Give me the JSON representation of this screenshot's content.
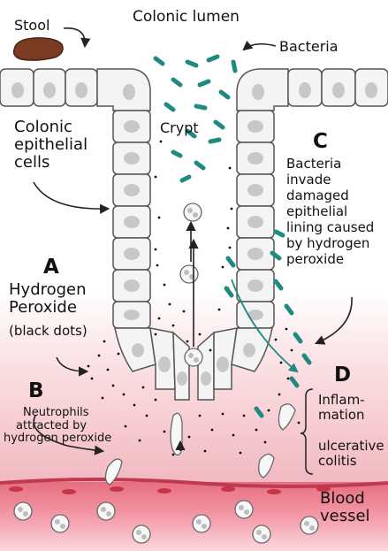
{
  "labels": {
    "stool": "Stool",
    "colonic_lumen": "Colonic lumen",
    "bacteria": "Bacteria",
    "crypt": "Crypt",
    "epithelial_cells": [
      "Colonic",
      "epithelial",
      "cells"
    ],
    "letter_a": "A",
    "hydrogen_peroxide": [
      "Hydrogen",
      "Peroxide"
    ],
    "black_dots": "(black dots)",
    "letter_b": "B",
    "neutrophils": [
      "Neutrophils",
      "attracted by",
      "hydrogen peroxide"
    ],
    "letter_c": "C",
    "bacteria_invade": [
      "Bacteria",
      "invade",
      "damaged",
      "epithelial",
      "lining caused",
      "by hydrogen",
      "peroxide"
    ],
    "letter_d": "D",
    "inflammation": [
      "Inflam-",
      "mation"
    ],
    "colitis": [
      "ulcerative",
      "colitis"
    ],
    "blood_vessel": [
      "Blood",
      "vessel"
    ]
  },
  "colors": {
    "bacteria": "#1f8a80",
    "tissue_pink": "#f6cfd4",
    "vessel_red": "#d94a5e",
    "cell_fill": "#f4f4f4",
    "nucleus": "#c8c8c8",
    "stool": "#7a3b22"
  }
}
